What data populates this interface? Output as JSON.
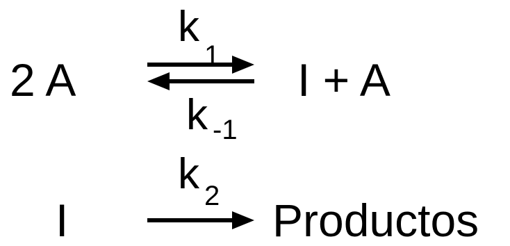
{
  "reaction1": {
    "reactant": "2 A",
    "product": "I + A",
    "forward_constant": {
      "base": "k",
      "subscript": "1"
    },
    "reverse_constant": {
      "base": "k",
      "subscript": "-1"
    }
  },
  "reaction2": {
    "reactant": "I",
    "product": "Productos",
    "forward_constant": {
      "base": "k",
      "subscript": "2"
    }
  },
  "colors": {
    "ink": "#000000",
    "background": "#ffffff"
  }
}
